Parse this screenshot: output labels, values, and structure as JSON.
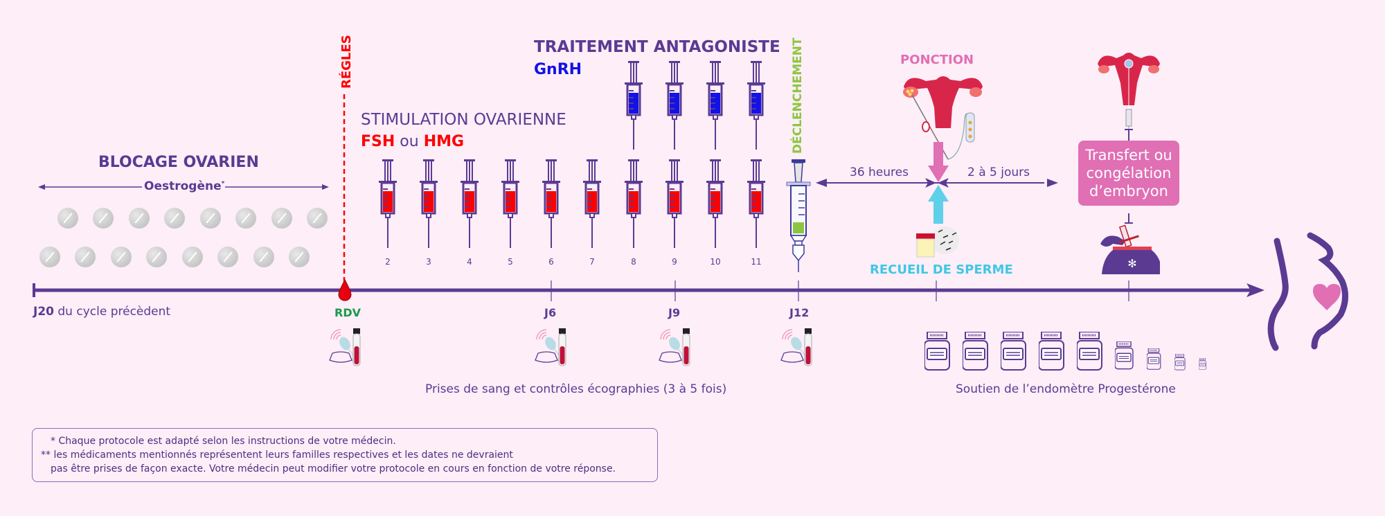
{
  "background": "#fdeef8",
  "colors": {
    "primary_purple": "#5b3a92",
    "red": "#ff0000",
    "blue": "#1212e6",
    "green": "#8cc63f",
    "rdv_green": "#1a9a4a",
    "pink": "#e06fb4",
    "cyan": "#5fd0ea"
  },
  "blocage": {
    "title": "BLOCAGE OVARIEN",
    "drug": "Oestrogène",
    "drug_sup": "*",
    "pill_rows": [
      8,
      8
    ]
  },
  "regles": {
    "label": "RÉGLES"
  },
  "stimulation": {
    "title": "STIMULATION OVARIENNE",
    "drug_a": "FSH",
    "drug_joiner": "ou",
    "drug_b": "HMG",
    "days": [
      "2",
      "3",
      "4",
      "5",
      "6",
      "7",
      "8",
      "9",
      "10",
      "11"
    ]
  },
  "antagoniste": {
    "title": "TRAITEMENT ANTAGONISTE",
    "drug": "GnRH",
    "days": [
      "8",
      "9",
      "10",
      "11"
    ]
  },
  "declenchement": {
    "label": "DÉCLENCHEMENT"
  },
  "ponction": {
    "label": "PONCTION"
  },
  "recueil": {
    "label": "RECUEIL DE SPERME"
  },
  "intervals": {
    "first": "36 heures",
    "second": "2 à 5 jours"
  },
  "transfer_box": {
    "line1": "Transfert ou",
    "line2": "congélation",
    "line3": "d’embryon"
  },
  "timeline": {
    "start_bold": "J20",
    "start_rest": " du cycle précèdent",
    "rdv": "RDV",
    "ticks": [
      "J6",
      "J9",
      "J12"
    ]
  },
  "captions": {
    "monitoring": "Prises de sang et contrôles écographies (3 à 5 fois)",
    "progesterone": "Soutien de l’endomètre Progestérone"
  },
  "notes": {
    "line1": "* Chaque protocole est adapté selon les instructions de votre médecin.",
    "line2": "** les médicaments mentionnés représentent leurs familles respectives et les dates ne devraient",
    "line3": "pas être prises de façon exacte. Votre médecin peut modifier votre protocole en cours en fonction de votre réponse."
  },
  "progesterone_jars": 9,
  "monitoring_points": [
    "RDV",
    "J6",
    "J9",
    "J12"
  ]
}
